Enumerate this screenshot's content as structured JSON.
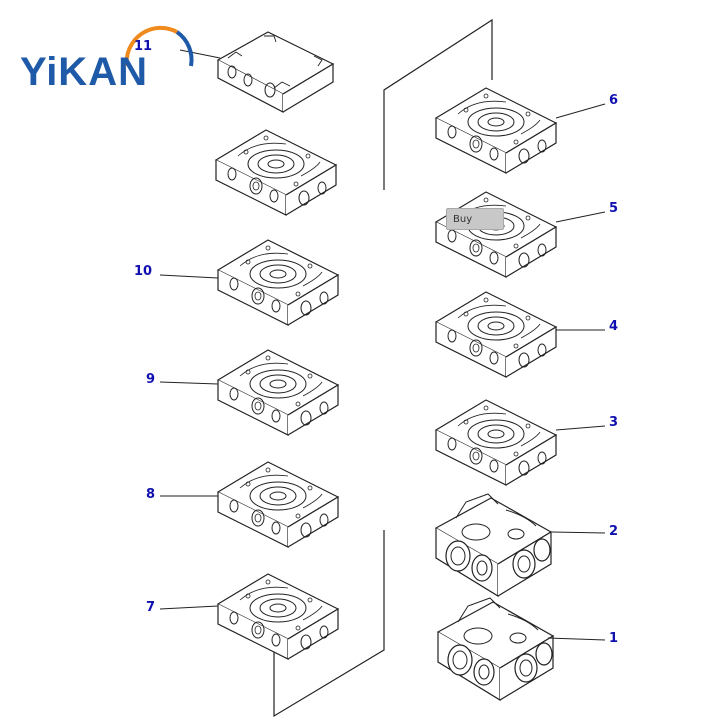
{
  "brand": {
    "logo_text": "YiKAN",
    "logo_color": "#1f5aa8",
    "arc_colors": [
      "#f08a1c",
      "#1f5aa8"
    ]
  },
  "callouts": [
    {
      "number": "11"
    },
    {
      "number": "10"
    },
    {
      "number": "9"
    },
    {
      "number": "8"
    },
    {
      "number": "7"
    },
    {
      "number": "6"
    },
    {
      "number": "5"
    },
    {
      "number": "4"
    },
    {
      "number": "3"
    },
    {
      "number": "2"
    },
    {
      "number": "1"
    }
  ],
  "buy_button": {
    "label": "Buy"
  },
  "callout_color": "#1010b0"
}
